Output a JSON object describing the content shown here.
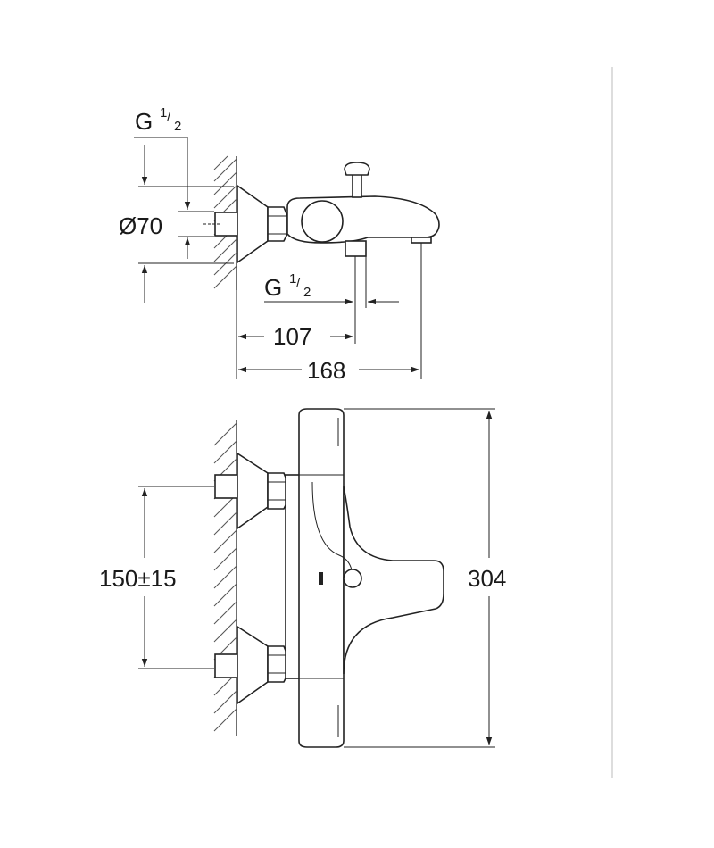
{
  "drawing": {
    "side_view": {
      "inlet_thread": {
        "prefix": "G",
        "num": "1",
        "den": "2"
      },
      "outlet_thread": {
        "prefix": "G",
        "num": "1",
        "den": "2"
      },
      "diameter": "Ø70",
      "depth_outlet": "107",
      "depth_total": "168"
    },
    "front_view": {
      "inlet_spacing": "150±15",
      "overall_height": "304"
    }
  }
}
